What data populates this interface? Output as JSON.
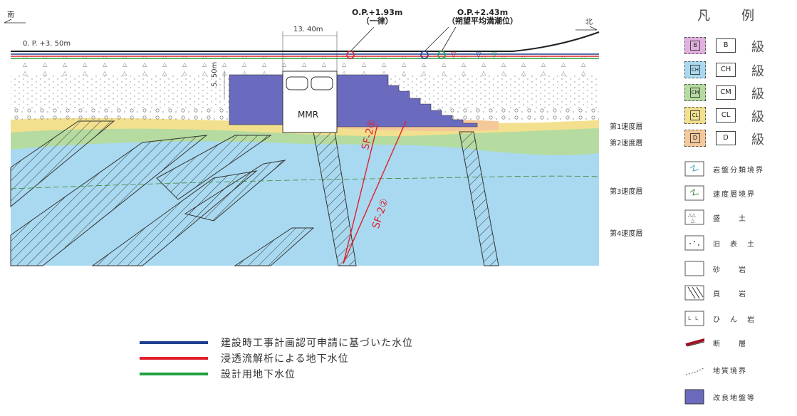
{
  "section": {
    "south_label": "南",
    "north_label": "北",
    "ground_level_label": "0. P. +3. 50m",
    "width_dim_label": "13. 40m",
    "depth_dim_label": "5. 50m",
    "structure_label": "MMR",
    "water_level_1": {
      "value": "O.P.+1.93m",
      "note": "（一律）"
    },
    "water_level_2": {
      "value": "O.P.+2.43m",
      "note": "（朔望平均満潮位）"
    },
    "layer_labels": [
      "第1速度層",
      "第2速度層",
      "第3速度層",
      "第4速度層"
    ],
    "fault_labels": [
      "SF-2①",
      "SF-2②"
    ]
  },
  "water_legend": {
    "items": [
      {
        "color": "#1f3f8f",
        "text": "建設時工事計画認可申請に基づいた水位"
      },
      {
        "color": "#e0202a",
        "text": "浸透流解析による地下水位"
      },
      {
        "color": "#20a040",
        "text": "設計用地下水位"
      }
    ]
  },
  "legend": {
    "title_1": "凡",
    "title_2": "例",
    "grades": [
      {
        "mark": "B",
        "class": "B",
        "text": "級",
        "color": "#e2b0e0"
      },
      {
        "mark": "CH",
        "class": "CH",
        "text": "級",
        "color": "#a9d9f0"
      },
      {
        "mark": "CM",
        "class": "CM",
        "text": "級",
        "color": "#b5dba0"
      },
      {
        "mark": "CL",
        "class": "CL",
        "text": "級",
        "color": "#f2e08e"
      },
      {
        "mark": "D",
        "class": "D",
        "text": "級",
        "color": "#f5c89a"
      }
    ],
    "symbols": [
      {
        "key": "rock-class-boundary",
        "text": "岩盤分類境界"
      },
      {
        "key": "velocity-layer-boundary",
        "text": "速度層境界"
      },
      {
        "key": "fill",
        "text": "盛　　土"
      },
      {
        "key": "old-fill",
        "text": "旧　表　土"
      },
      {
        "key": "sandstone",
        "text": "砂　　岩"
      },
      {
        "key": "shale",
        "text": "頁　　岩"
      },
      {
        "key": "diabase",
        "text": "ひ　ん　岩"
      },
      {
        "key": "fault",
        "text": "断　　層"
      },
      {
        "key": "geologic-boundary",
        "text": "地質境界"
      },
      {
        "key": "improved-ground",
        "text": "改良地盤等"
      }
    ]
  }
}
